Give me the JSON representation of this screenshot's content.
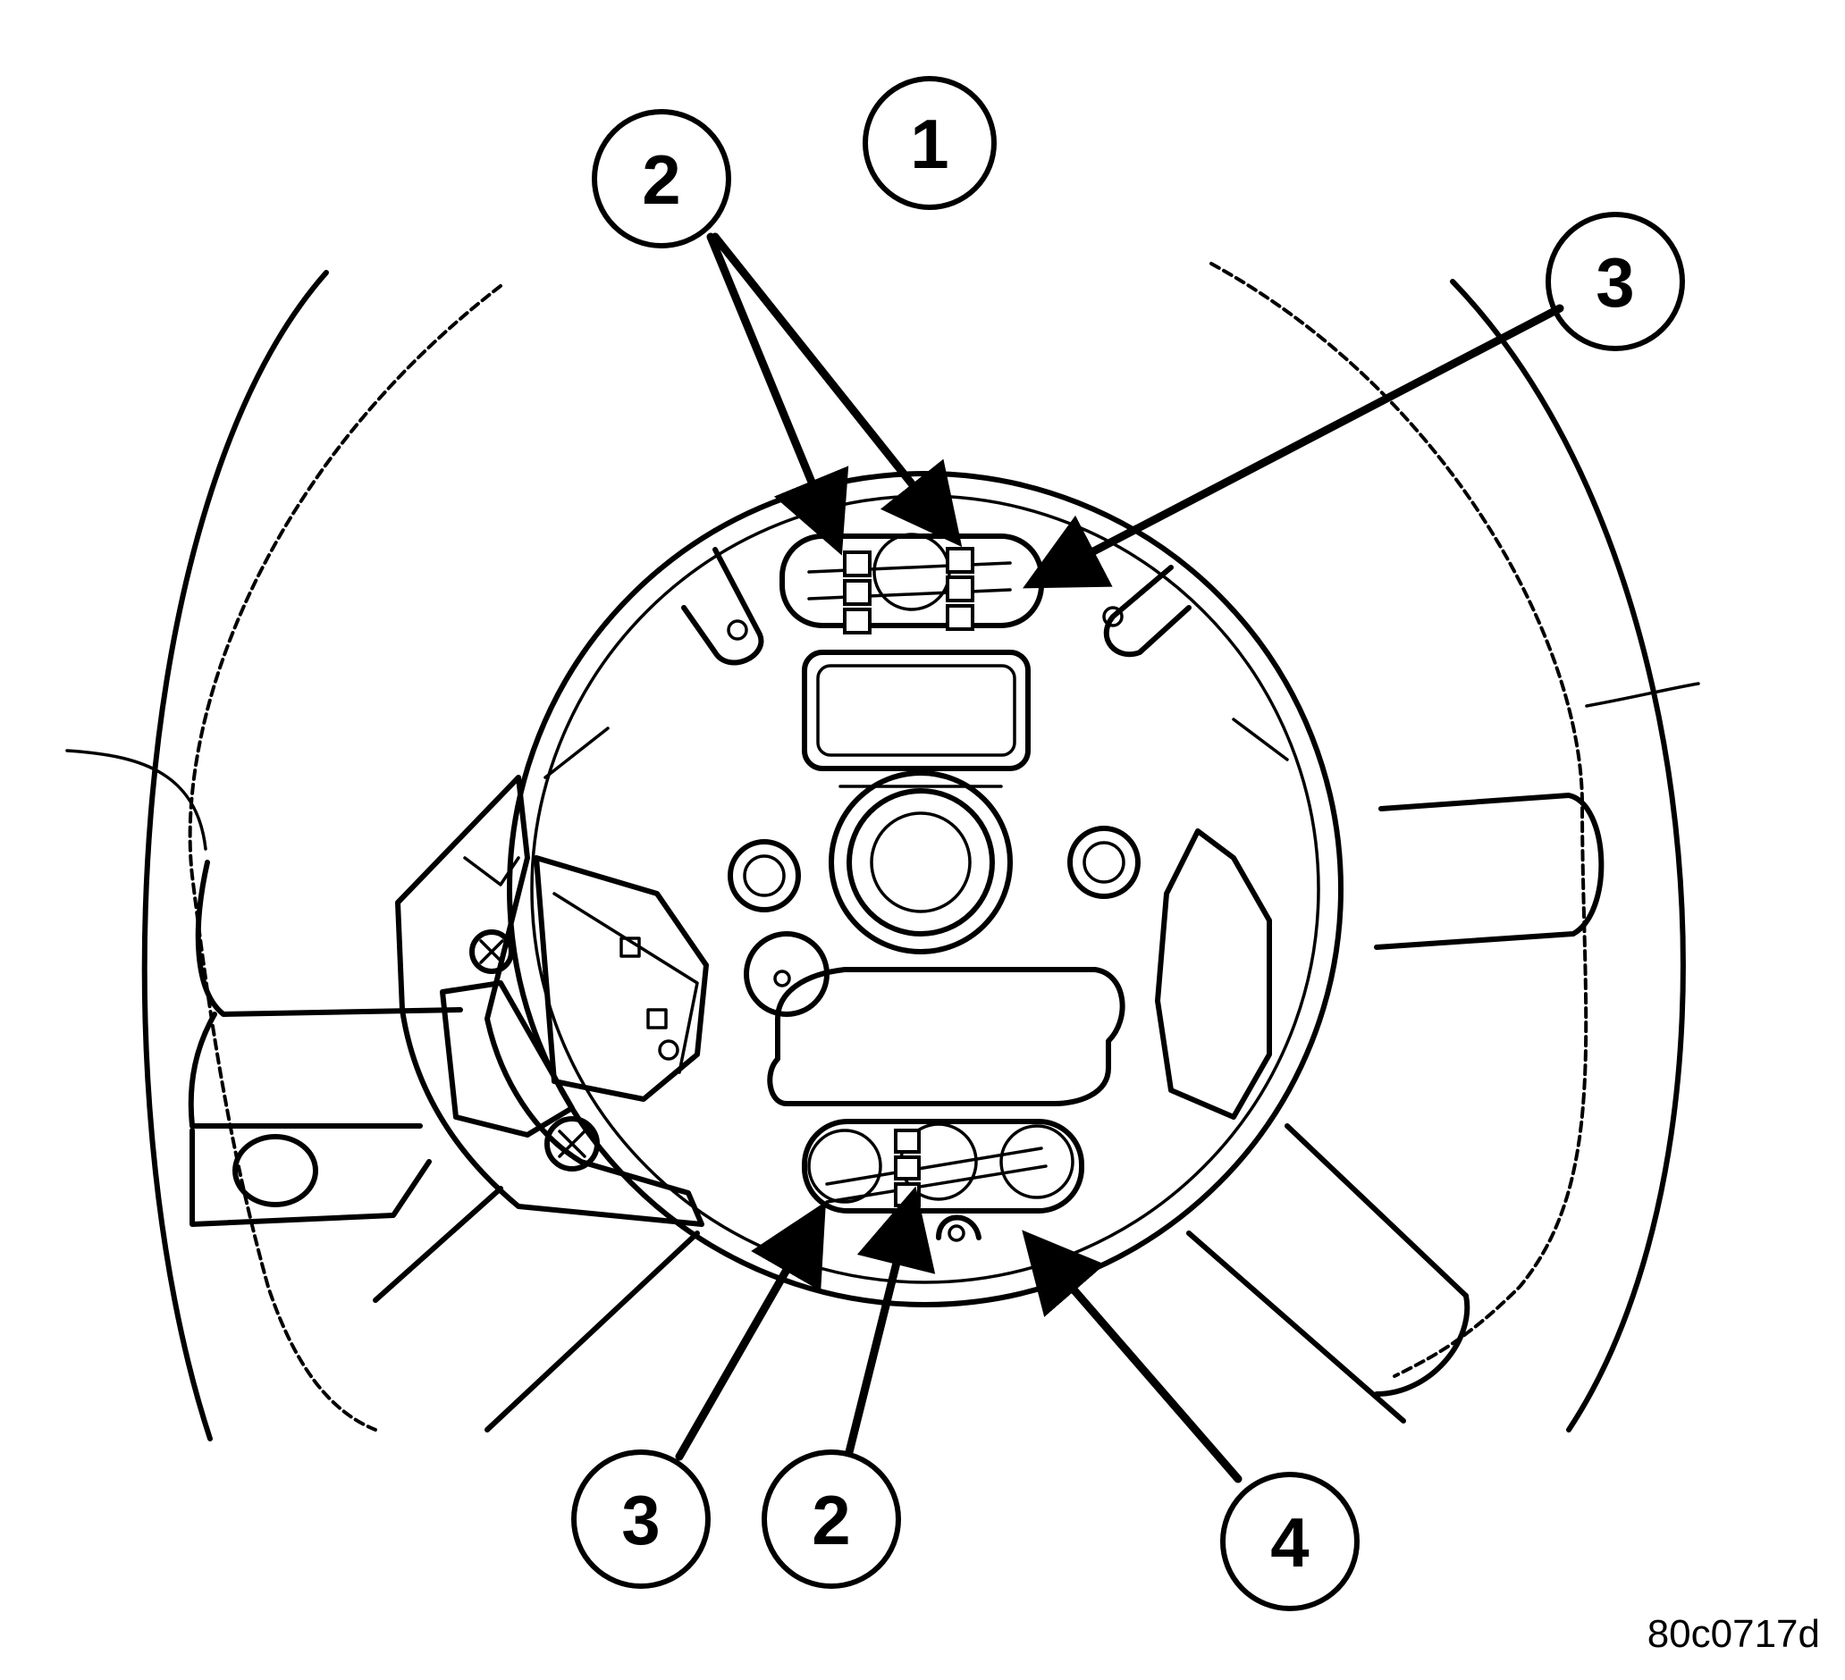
{
  "figure_id": "80c0717d",
  "callouts": {
    "c1": "1",
    "c2_top": "2",
    "c3_top": "3",
    "c3_bottom": "3",
    "c2_bottom": "2",
    "c4_bottom": "4"
  }
}
